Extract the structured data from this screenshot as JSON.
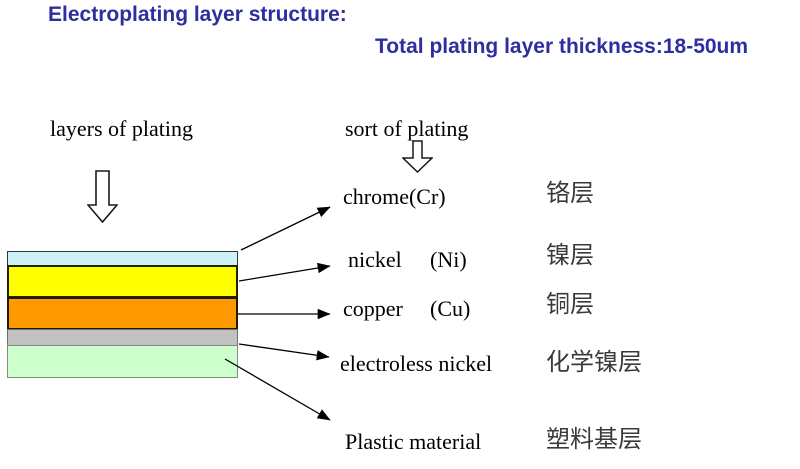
{
  "header": {
    "title": "Electroplating layer structure:",
    "subtitle": "Total plating layer thickness:18-50um",
    "title_color": "#2E2E9E"
  },
  "columns": {
    "left_label": "layers of plating",
    "right_label": "sort of plating"
  },
  "stack": {
    "layers": [
      {
        "name": "chrome layer",
        "color": "#CEF2F8"
      },
      {
        "name": "nickel layer",
        "color": "#FFFF00"
      },
      {
        "name": "copper layer",
        "color": "#FF9900"
      },
      {
        "name": "electroless nickel layer",
        "color": "#C2C2C2"
      },
      {
        "name": "plastic base layer",
        "color": "#CCFFCC"
      }
    ]
  },
  "rows": [
    {
      "en": "chrome(Cr)",
      "symbol": "",
      "zh": "铬层"
    },
    {
      "en": "nickel",
      "symbol": "(Ni)",
      "zh": "镍层"
    },
    {
      "en": "copper",
      "symbol": "(Cu)",
      "zh": "铜层"
    },
    {
      "en": "electroless nickel",
      "symbol": "",
      "zh": "化学镍层"
    },
    {
      "en": "Plastic material",
      "symbol": "",
      "zh": "塑料基层"
    }
  ]
}
